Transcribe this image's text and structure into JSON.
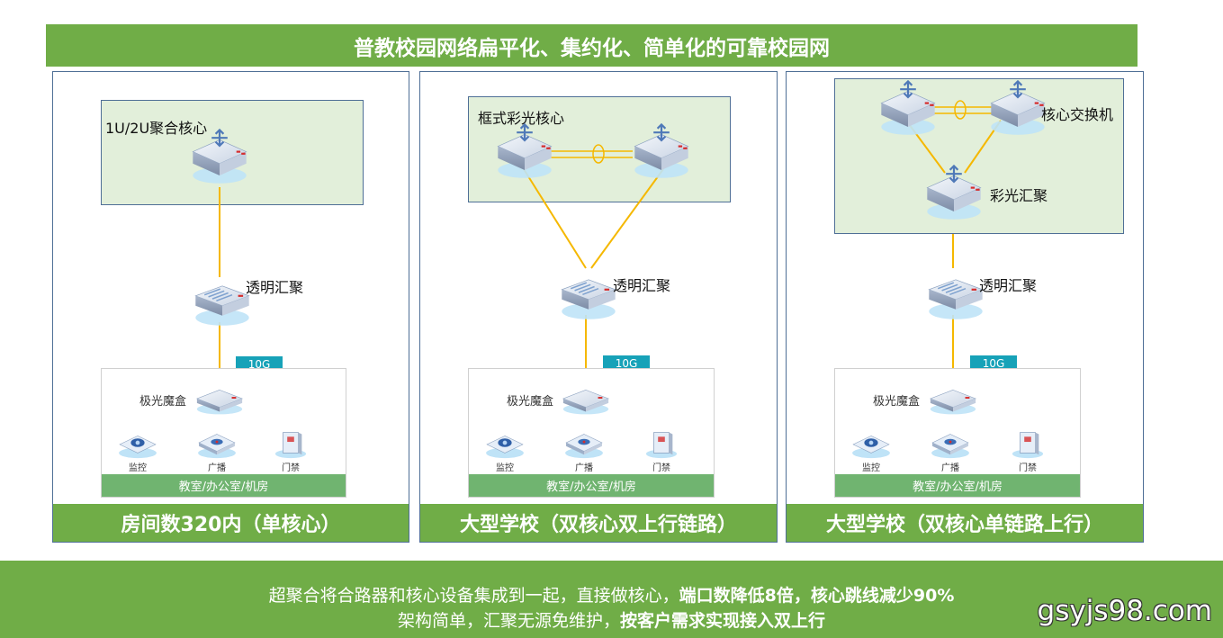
{
  "title": "普教校园网络扁平化、集约化、简单化的可靠校园网",
  "panels": [
    {
      "core_label": "1U/2U聚合核心",
      "agg_label": "透明汇聚",
      "link_tag": "10G",
      "box_label": "极光魔盒",
      "endpoints": [
        "监控",
        "广播",
        "门禁"
      ],
      "room_label": "教室/办公室/机房",
      "caption": "房间数320内（单核心）"
    },
    {
      "core_label": "框式彩光核心",
      "agg_label": "透明汇聚",
      "link_tag": "10G",
      "box_label": "极光魔盒",
      "endpoints": [
        "监控",
        "广播",
        "门禁"
      ],
      "room_label": "教室/办公室/机房",
      "caption": "大型学校（双核心双上行链路）"
    },
    {
      "core_label": "核心交换机",
      "mid_label": "彩光汇聚",
      "agg_label": "透明汇聚",
      "link_tag": "10G",
      "box_label": "极光魔盒",
      "endpoints": [
        "监控",
        "广播",
        "门禁"
      ],
      "room_label": "教室/办公室/机房",
      "caption": "大型学校（双核心单链路上行）"
    }
  ],
  "bottom": {
    "line1_plain": "超聚合将合路器和核心设备集成到一起，直接做核心，",
    "line1_bold": "端口数降低8倍，核心跳线减少90%",
    "line2_plain": "架构简单，汇聚无源免维护，",
    "line2_bold": "按客户需求实现接入双上行"
  },
  "watermark": "gsyjs98.com",
  "colors": {
    "green": "#70ad47",
    "teal": "#17a2b8",
    "link": "#f5b800",
    "core_bg": "#e2efda"
  }
}
